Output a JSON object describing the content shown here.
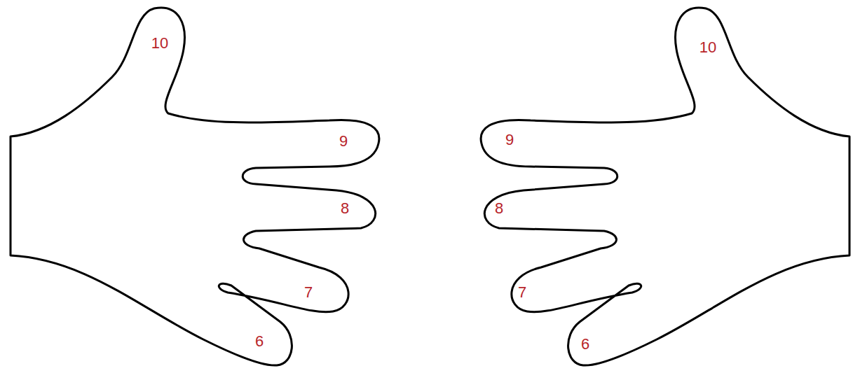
{
  "diagram": {
    "labels": [
      "10",
      "9",
      "8",
      "7",
      "6",
      "10",
      "9",
      "8",
      "7",
      "6"
    ]
  }
}
